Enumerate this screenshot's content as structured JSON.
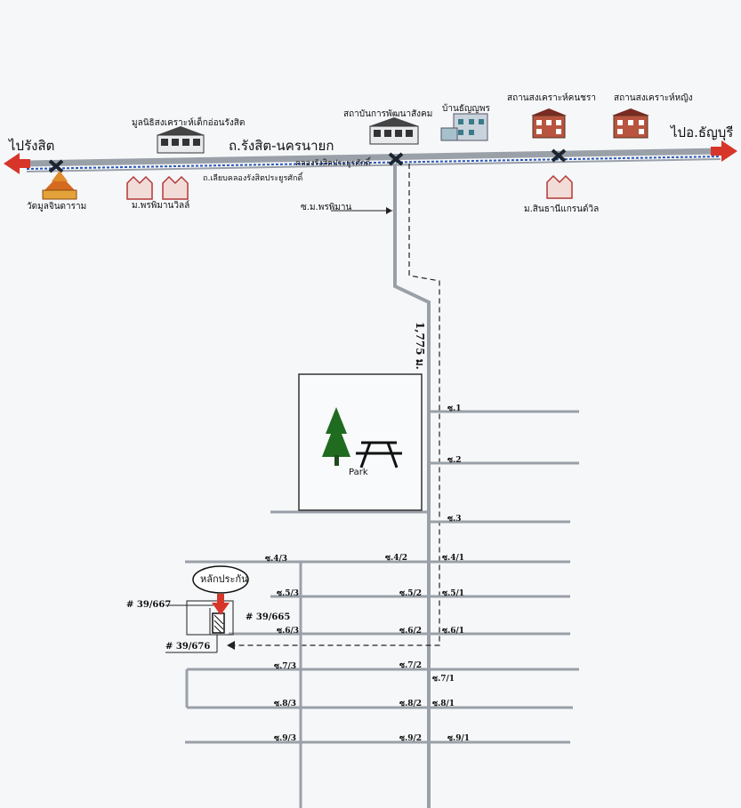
{
  "main_road": {
    "name": "ถ.รังสิต-นครนายก"
  },
  "directions": {
    "left": "ไปรังสิต",
    "right": "ไปอ.ธัญบุรี"
  },
  "landmarks": {
    "foundation": "มูลนิธิสงเคราะห์เด็กอ่อนรังสิต",
    "institute": "สถาบันการพัฒนาสังคม",
    "home": "บ้านธัญญพร",
    "elderly_home": "สถานสงเคราะห์คนชรา",
    "women_home": "สถานสงเคราะห์หญิง",
    "temple": "วัดมูลจินดาราม",
    "village1": "ม.พรพิมานวิลล์",
    "village2": "ม.สินธานีแกรนด์วิล",
    "canal_road": "ถ.เลียบคลองรังสิตประยูรศักดิ์",
    "canal": "คลองรังสิตประยูรศักดิ์",
    "soi_entry": "ซ.ม.พรพิมาน"
  },
  "distance": "1,775 ม.",
  "park": "Park",
  "sois": {
    "s1": "ซ.1",
    "s2": "ซ.2",
    "s3": "ซ.3",
    "s41": "ซ.4/1",
    "s42": "ซ.4/2",
    "s43": "ซ.4/3",
    "s51": "ซ.5/1",
    "s52": "ซ.5/2",
    "s53": "ซ.5/3",
    "s61": "ซ.6/1",
    "s62": "ซ.6/2",
    "s63": "ซ.6/3",
    "s71": "ซ.7/1",
    "s72": "ซ.7/2",
    "s73": "ซ.7/3",
    "s81": "ซ.8/1",
    "s82": "ซ.8/2",
    "s83": "ซ.8/3",
    "s91": "ซ.9/1",
    "s92": "ซ.9/2",
    "s93": "ซ.9/3"
  },
  "plots": {
    "p667": "# 39/667",
    "p665": "# 39/665",
    "p676": "# 39/676"
  },
  "collateral": "หลักประกัน",
  "colors": {
    "road": "#9aa0a8",
    "canal": "#2a56b8",
    "arrow": "#d8352a",
    "tree": "#1f6b1f"
  },
  "icons": [
    "building-icon",
    "house-icon",
    "temple-icon",
    "townhouse-icon",
    "intersection-icon",
    "tree-icon",
    "picnic-table-icon",
    "down-arrow-icon"
  ]
}
